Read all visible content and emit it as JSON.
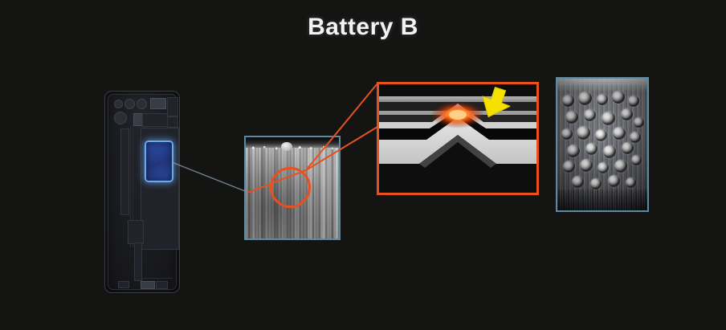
{
  "slide": {
    "title": "Battery B",
    "background_color": "#141413"
  },
  "theme": {
    "accent_orange": "#e8501e",
    "accent_teal": "#5b8aa5",
    "highlight_blue": "#6ea8e8",
    "arrow_yellow": "#f5e000",
    "hotspot_orange": "#ff5a0a",
    "title_color": "#f2f3f5"
  },
  "figures": {
    "phone": {
      "name": "phone-internal-xray",
      "description": "Smartphone internal X-ray view",
      "battery_highlight": {
        "name": "battery-region-highlight",
        "color": "#2b4fa8",
        "glow_color": "#6ea8e8"
      }
    },
    "ct_side": {
      "name": "battery-ct-cross-section-scan",
      "description": "CT scan of battery jelly-roll edge",
      "border_color": "#5b8aa5",
      "annotation": {
        "name": "defect-circle",
        "shape": "circle",
        "color": "#e8501e"
      }
    },
    "cross_section": {
      "name": "electrode-layer-cross-section",
      "description": "Magnified schematic of deformed electrode layers",
      "border_color": "#e8501e",
      "hotspot": {
        "name": "short-circuit-hotspot",
        "color": "#ff5a0a"
      },
      "arrow": {
        "name": "pointer-arrow",
        "color": "#f5e000",
        "direction": "down-left"
      },
      "layers": [
        {
          "name": "separator-top",
          "tone": "#2f2f2f"
        },
        {
          "name": "cathode-top",
          "tone": "#9a9a9a"
        },
        {
          "name": "separator-mid",
          "tone": "#2f2f2f"
        },
        {
          "name": "anode-top",
          "tone": "#b0b0b0"
        },
        {
          "name": "separator-inner",
          "tone": "#0a0a0a"
        },
        {
          "name": "electrode-core",
          "tone": "#d8d8d8"
        },
        {
          "name": "base-dark",
          "tone": "#101010"
        }
      ]
    },
    "ct_top": {
      "name": "battery-ct-top-view-scan",
      "description": "CT scan top view showing deposit nodules",
      "border_color": "#5b8aa5"
    }
  },
  "connectors": [
    {
      "name": "connector-phone-to-ct",
      "color": "#7f94a6",
      "from": "battery-region-highlight",
      "to": "battery-ct-cross-section-scan"
    },
    {
      "name": "connector-defect-to-crosssection-top",
      "color": "#e8501e",
      "from": "defect-circle",
      "to": "electrode-layer-cross-section"
    },
    {
      "name": "connector-defect-to-crosssection-bottom",
      "color": "#e8501e",
      "from": "defect-circle",
      "to": "electrode-layer-cross-section"
    }
  ]
}
